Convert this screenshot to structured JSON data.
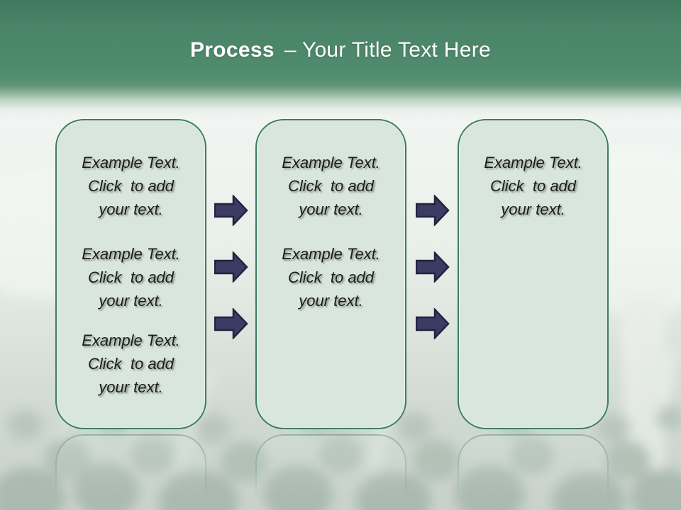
{
  "slide": {
    "title_bold": "Process",
    "title_rest": "– Your Title Text Here"
  },
  "boxes": [
    {
      "name": "step-1",
      "paragraphs": [
        "Example Text.\nClick  to add\nyour text.",
        "Example Text.\nClick  to add\nyour text.",
        "Example Text.\nClick  to add\nyour text."
      ]
    },
    {
      "name": "step-2",
      "paragraphs": [
        "Example Text.\nClick  to add\nyour text.",
        "Example Text.\nClick  to add\nyour text."
      ]
    },
    {
      "name": "step-3",
      "paragraphs": [
        "Example Text.\nClick  to add\nyour text."
      ]
    }
  ],
  "icons": {
    "arrow": "right-block-arrow"
  },
  "colors": {
    "header_green": "#4f896c",
    "box_fill": "#d9e6de",
    "box_border": "#3e7d60",
    "arrow_fill": "#3b3b63",
    "arrow_outline": "#23233f",
    "title_text": "#fdfefd",
    "body_text": "#1c1c1c"
  }
}
